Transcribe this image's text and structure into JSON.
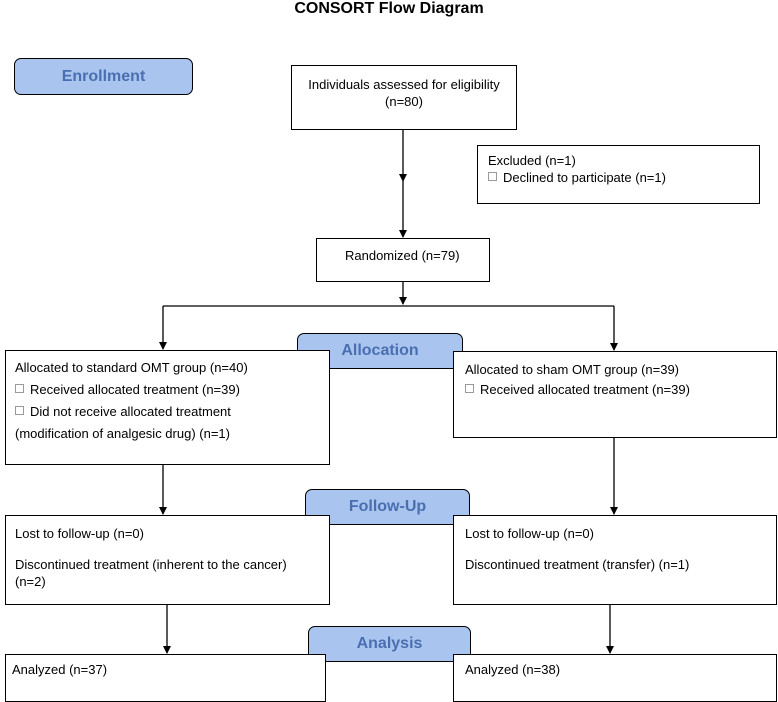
{
  "title": "CONSORT Flow Diagram",
  "phases": {
    "enrollment": "Enrollment",
    "allocation": "Allocation",
    "follow_up": "Follow-Up",
    "analysis": "Analysis"
  },
  "assessed": "Individuals assessed for eligibility (n=80)",
  "excluded": {
    "heading": "Excluded  (n=1)",
    "items": [
      "Declined to participate (n=1)"
    ]
  },
  "randomized": "Randomized (n=79)",
  "left_arm": {
    "allocation": {
      "heading": "Allocated to standard OMT group (n=40)",
      "items": [
        "Received allocated treatment (n=39)",
        "Did not receive allocated treatment"
      ],
      "note": "(modification of analgesic drug) (n=1)"
    },
    "follow_up": {
      "lost": "Lost to follow-up (n=0)",
      "discontinued": "Discontinued treatment (inherent to the cancer)",
      "discontinued_n": "(n=2)"
    },
    "analyzed": "Analyzed  (n=37)"
  },
  "right_arm": {
    "allocation": {
      "heading": "Allocated to sham OMT group (n=39)",
      "items": [
        "Received allocated treatment (n=39)"
      ]
    },
    "follow_up": {
      "lost": "Lost to follow-up (n=0)",
      "discontinued": "Discontinued treatment (transfer) (n=1)"
    },
    "analyzed": "Analyzed  (n=38)"
  }
}
